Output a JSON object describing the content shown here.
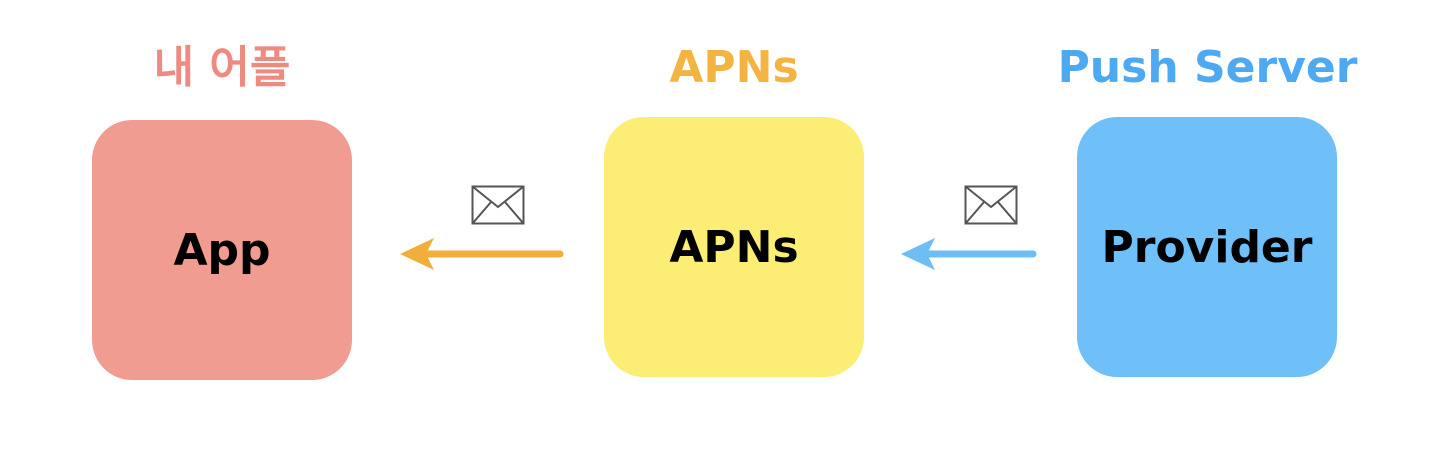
{
  "colors": {
    "app": "#f19c91",
    "apns": "#fced74",
    "provider": "#6fbff8",
    "apns_title": "#f4b441",
    "provider_title": "#4ea9f3",
    "app_title": "#ee8b80",
    "arrow_left": "#f1ae3d",
    "arrow_right": "#6ebdf5"
  },
  "nodes": {
    "app": {
      "title": "내 어플",
      "label": "App"
    },
    "apns": {
      "title": "APNs",
      "label": "APNs"
    },
    "provider": {
      "title": "Push Server",
      "label": "Provider"
    }
  },
  "edges": [
    {
      "from": "apns",
      "to": "app",
      "icon": "envelope-icon"
    },
    {
      "from": "provider",
      "to": "apns",
      "icon": "envelope-icon"
    }
  ]
}
